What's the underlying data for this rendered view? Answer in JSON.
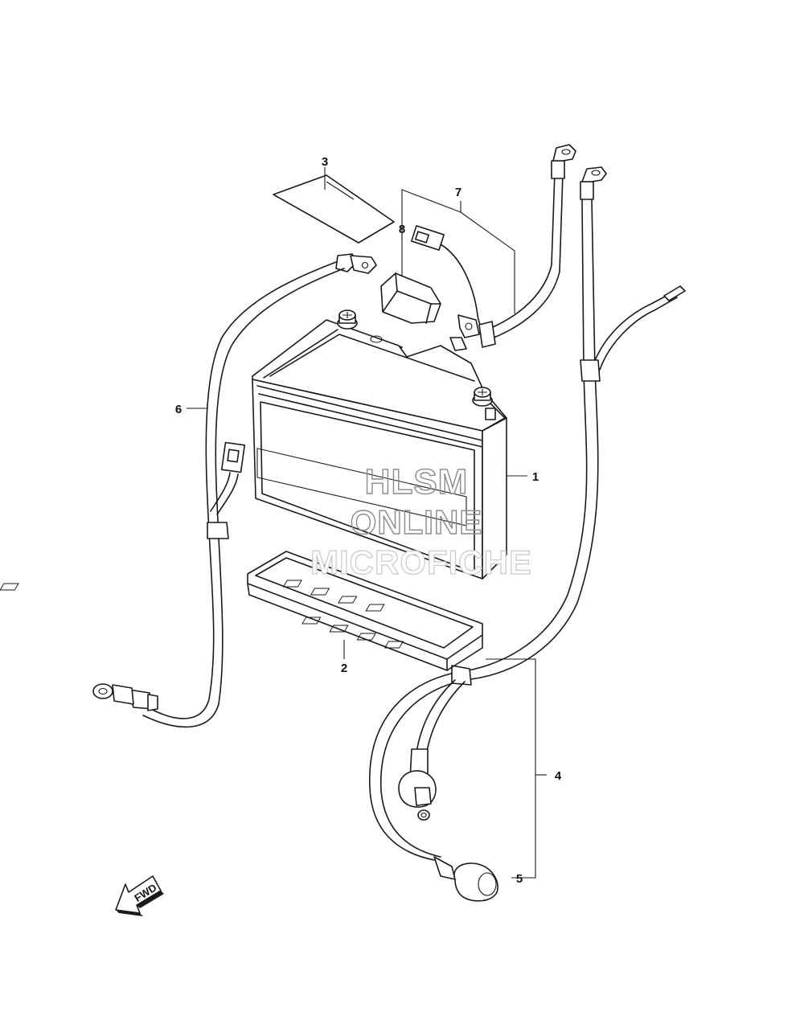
{
  "callouts": {
    "p1": "1",
    "p2": "2",
    "p3": "3",
    "p4": "4",
    "p5": "5",
    "p6": "6",
    "p7": "7",
    "p8": "8"
  },
  "watermark": {
    "line1": "HLSM",
    "line2": "ONLINE",
    "line3": "MICROFICHE"
  },
  "direction_indicator": {
    "label": "FWD",
    "icon": "arrow-left-down-icon"
  }
}
